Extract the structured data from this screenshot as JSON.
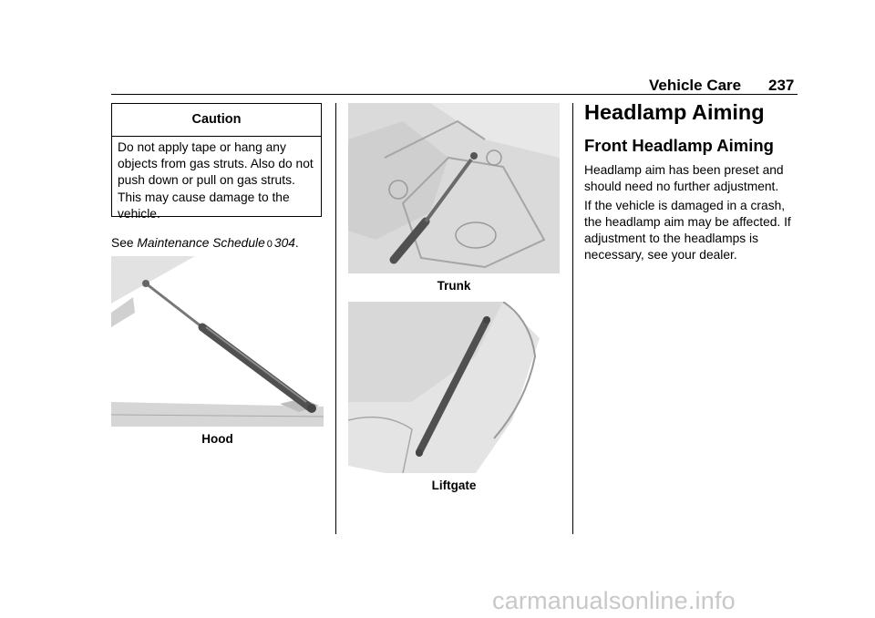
{
  "header": {
    "section_title": "Vehicle Care",
    "page_number": "237"
  },
  "caution": {
    "title": "Caution",
    "text": "Do not apply tape or hang any objects from gas struts. Also do not push down or pull on gas struts. This may cause damage to the vehicle."
  },
  "see_reference": {
    "prefix": "See ",
    "link_text": "Maintenance Schedule",
    "glyph": "0",
    "page": "304",
    "suffix": "."
  },
  "figures": [
    {
      "caption": "Hood"
    },
    {
      "caption": "Trunk"
    },
    {
      "caption": "Liftgate"
    }
  ],
  "right_column": {
    "heading": "Headlamp Aiming",
    "subheading": "Front Headlamp Aiming",
    "paragraphs": [
      "Headlamp aim has been preset and should need no further adjustment.",
      "If the vehicle is damaged in a crash, the headlamp aim may be affected. If adjustment to the headlamps is necessary, see your dealer."
    ]
  },
  "watermark": "carmanualsonline.info",
  "colors": {
    "text": "#000000",
    "illustration_bg": "#dcdcdc",
    "strut": "#555555",
    "watermark": "#c8c8c8"
  }
}
